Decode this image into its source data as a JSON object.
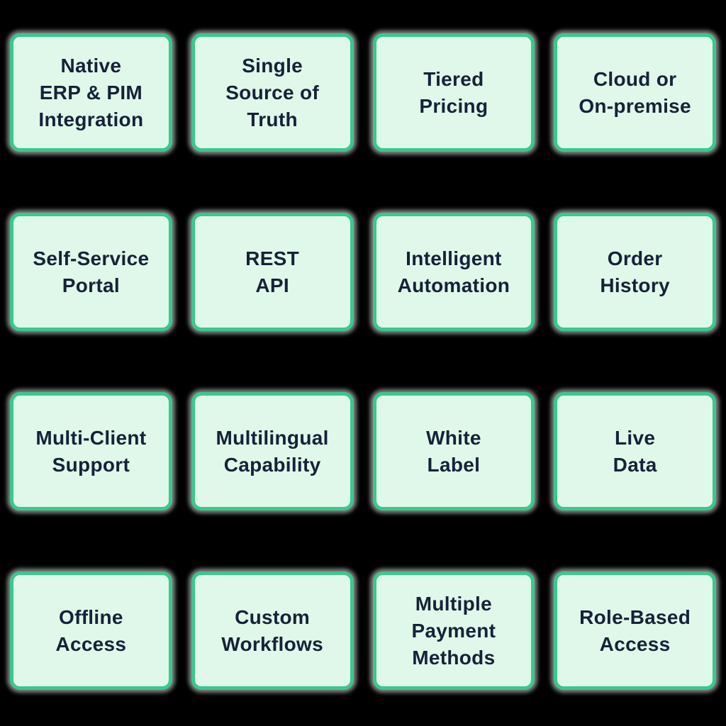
{
  "theme": {
    "background": "#000000",
    "card_fill": "#e0f8e9",
    "card_border": "#38c98c",
    "text_color": "#152239",
    "shadow_color": "#8e8e8e"
  },
  "grid": {
    "rows": 4,
    "cols": 4,
    "cards": [
      {
        "label": "Native\nERP & PIM\nIntegration"
      },
      {
        "label": "Single\nSource of\nTruth"
      },
      {
        "label": "Tiered\nPricing"
      },
      {
        "label": "Cloud or\nOn-premise"
      },
      {
        "label": "Self-Service\nPortal"
      },
      {
        "label": "REST\nAPI"
      },
      {
        "label": "Intelligent\nAutomation"
      },
      {
        "label": "Order\nHistory"
      },
      {
        "label": "Multi-Client\nSupport"
      },
      {
        "label": "Multilingual\nCapability"
      },
      {
        "label": "White\nLabel"
      },
      {
        "label": "Live\nData"
      },
      {
        "label": "Offline\nAccess"
      },
      {
        "label": "Custom\nWorkflows"
      },
      {
        "label": "Multiple\nPayment\nMethods"
      },
      {
        "label": "Role-Based\nAccess"
      }
    ]
  }
}
